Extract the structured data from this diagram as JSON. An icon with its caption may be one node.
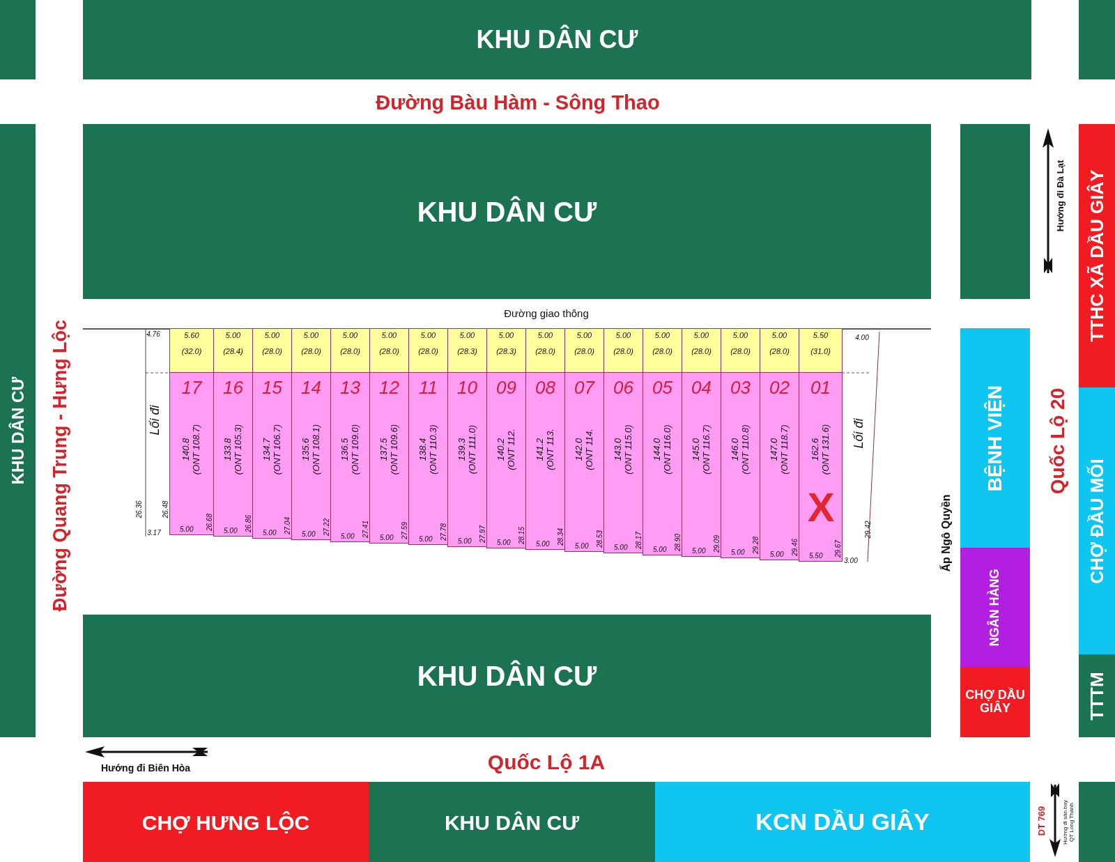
{
  "diagram": {
    "nodes": [
      {
        "text": [],
        "shape": "box"
      },
      {
        "text": [
          "KHU DÂN CƯ"
        ]
      },
      {
        "text": [],
        "shape": "box"
      },
      {
        "text": [
          "KHU DÂN CƯ"
        ]
      },
      {
        "text": [
          "KHU DÂN CƯ"
        ]
      },
      {
        "text": [],
        "shape": "box"
      },
      {
        "text": [
          "TTHC XÃ DẦU GIÂY"
        ]
      },
      {
        "text": [
          "5.60",
          "(32.0)"
        ]
      },
      {
        "text": [
          "5.00",
          "(28.4)"
        ]
      },
      {
        "text": [
          "5.00",
          "(28.0)"
        ]
      },
      {
        "text": [
          "5.00",
          "(28.0)"
        ]
      },
      {
        "text": [
          "5.00",
          "(28.0)"
        ]
      },
      {
        "text": [
          "5.00",
          "(28.0)"
        ]
      },
      {
        "text": [
          "5.00",
          "(28.0)"
        ]
      },
      {
        "text": [
          "5.00",
          "(28.3)"
        ]
      },
      {
        "text": [
          "5.00",
          "(28.3)"
        ]
      },
      {
        "text": [
          "5.00",
          "(28.0)"
        ]
      },
      {
        "text": [
          "5.00",
          "(28.0)"
        ]
      },
      {
        "text": [
          "5.00",
          "(28.0)"
        ]
      },
      {
        "text": [
          "5.00",
          "(28.0)"
        ]
      },
      {
        "text": [
          "5.00",
          "(28.0)"
        ]
      },
      {
        "text": [
          "5.00",
          "(28.0)"
        ]
      },
      {
        "text": [
          "5.00",
          "(28.0)"
        ]
      },
      {
        "text": [
          "5.50",
          "(31.0)"
        ]
      },
      {
        "text": [
          "17",
          "140.8",
          "(ONT 108.7)"
        ]
      },
      {
        "text": [
          "16",
          "133.8",
          "(ONT 105.3)"
        ]
      },
      {
        "text": [
          "15",
          "134.7",
          "(ONT 106.7)"
        ]
      },
      {
        "text": [
          "14",
          "135.6",
          "(ONT 108.1)"
        ]
      },
      {
        "text": [
          "13",
          "136.5",
          "(ONT 109.0)"
        ]
      },
      {
        "text": [
          "12",
          "137.5",
          "(ONT 109.6)"
        ]
      },
      {
        "text": [
          "11",
          "138.4",
          "(ONT 110.3)"
        ]
      },
      {
        "text": [
          "10",
          "139.3",
          "(ONT 111.0)"
        ]
      },
      {
        "text": [
          "09",
          "140.2",
          "(ONT 112."
        ]
      },
      {
        "text": [
          "08",
          "141.2",
          "(ONT 113."
        ]
      },
      {
        "text": [
          "07",
          "142.0",
          "(ONT 114."
        ]
      },
      {
        "text": [
          "06",
          "143.0",
          "(ONT 115.0)"
        ]
      },
      {
        "text": [
          "05",
          "144.0",
          "(ONT 116.0)"
        ]
      },
      {
        "text": [
          "04",
          "145.0",
          "(ONT 116.7)"
        ]
      },
      {
        "text": [
          "03",
          "146.0",
          "(ONT 110.8)"
        ]
      },
      {
        "text": [
          "02",
          "147.0",
          "(ONT 118.7)"
        ]
      },
      {
        "text": [
          "01",
          "162.6",
          "(ONT 131.6)"
        ]
      },
      {
        "text": [
          "BỆNH VIỆN"
        ]
      },
      {
        "text": [
          "CHỢ ĐẦU MỐI"
        ]
      },
      {
        "text": [
          "NGÂN HÀNG"
        ]
      },
      {
        "text": [
          "KHU DÂN CƯ"
        ]
      },
      {
        "text": [
          "TTTM"
        ]
      },
      {
        "text": [
          "CHỢ DẦU GIÂY"
        ]
      },
      {
        "text": [
          "CHỢ HƯNG LỘC"
        ]
      },
      {
        "text": [
          "KHU DÂN CƯ"
        ]
      },
      {
        "text": [
          "KCN DẦU GIÂY"
        ]
      },
      {
        "text": [],
        "shape": "box"
      }
    ],
    "labels": [
      "Đường Bàu Hàm - Sông Thao",
      "Hướng đi Đà Lạt",
      "Đường giao thông",
      "4.76",
      "4.00",
      "Lối đi",
      "Lối đi",
      "X",
      "26.36",
      "26.48",
      "26.68",
      "26.86",
      "27.04",
      "27.22",
      "27.41",
      "27.59",
      "27.78",
      "27.97",
      "28.15",
      "28.34",
      "28.53",
      "28.17",
      "28.90",
      "29.09",
      "29.28",
      "29.46",
      "29.67",
      "29.42",
      "3.17",
      "5.00",
      "5.00",
      "5.00",
      "5.00",
      "5.00",
      "5.00",
      "5.00",
      "5.00",
      "5.00",
      "5.00",
      "5.00",
      "5.00",
      "5.00",
      "5.00",
      "5.00",
      "5.00",
      "5.50",
      "3.00",
      "Đường Quang Trung - Hưng Lộc",
      "Ấp Ngô Quyền",
      "Quốc Lộ 20",
      "Hướng đi Biên Hòa",
      "Quốc Lộ 1A",
      "DT 769",
      "Hướng đi sân bay QT Long Thành"
    ]
  }
}
